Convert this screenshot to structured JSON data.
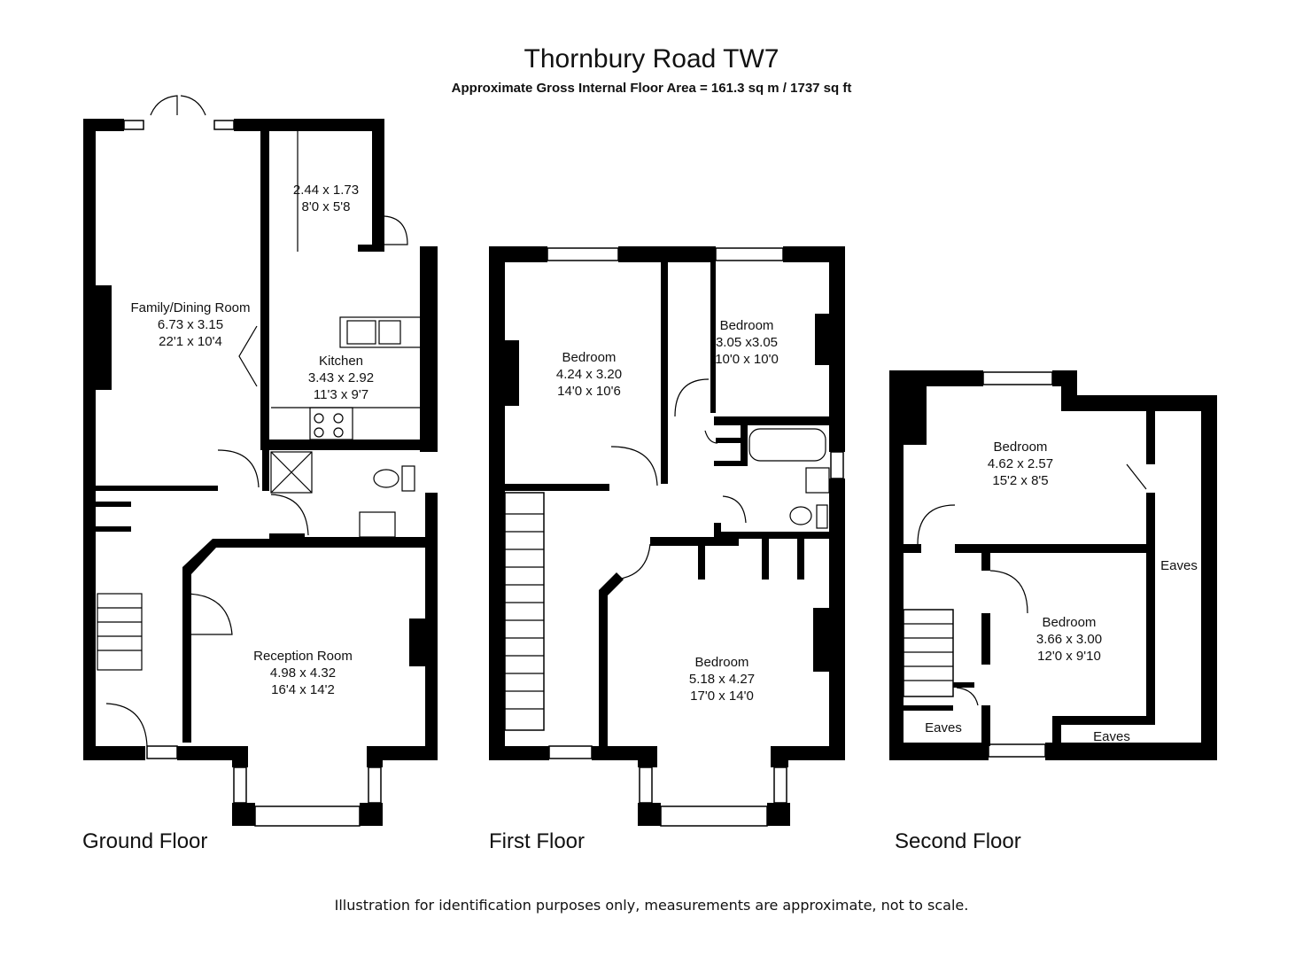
{
  "header": {
    "title": "Thornbury Road TW7",
    "subtitle": "Approximate Gross Internal Floor Area  = 161.3 sq m / 1737 sq ft"
  },
  "floors": {
    "ground": {
      "label": "Ground Floor",
      "rooms": {
        "utility": {
          "name": "",
          "metric": "2.44 x 1.73",
          "imperial": "8'0 x 5'8"
        },
        "family": {
          "name": "Family/Dining Room",
          "metric": "6.73 x 3.15",
          "imperial": "22'1 x 10'4"
        },
        "kitchen": {
          "name": "Kitchen",
          "metric": "3.43 x 2.92",
          "imperial": "11'3 x 9'7"
        },
        "reception": {
          "name": "Reception Room",
          "metric": "4.98 x 4.32",
          "imperial": "16'4 x 14'2"
        }
      }
    },
    "first": {
      "label": "First Floor",
      "rooms": {
        "bed_left": {
          "name": "Bedroom",
          "metric": "4.24 x 3.20",
          "imperial": "14'0 x 10'6"
        },
        "bed_right": {
          "name": "Bedroom",
          "metric": "3.05 x3.05",
          "imperial": "10'0 x 10'0"
        },
        "bed_front": {
          "name": "Bedroom",
          "metric": "5.18 x 4.27",
          "imperial": "17'0 x 14'0"
        }
      }
    },
    "second": {
      "label": "Second Floor",
      "rooms": {
        "bed_top": {
          "name": "Bedroom",
          "metric": "4.62 x 2.57",
          "imperial": "15'2 x 8'5"
        },
        "bed_bottom": {
          "name": "Bedroom",
          "metric": "3.66 x 3.00",
          "imperial": "12'0 x 9'10"
        },
        "eaves_right": "Eaves",
        "eaves_left": "Eaves",
        "eaves_bottom": "Eaves"
      }
    }
  },
  "footer": {
    "disclaimer": "Illustration for identification purposes only, measurements are approximate, not to scale."
  }
}
